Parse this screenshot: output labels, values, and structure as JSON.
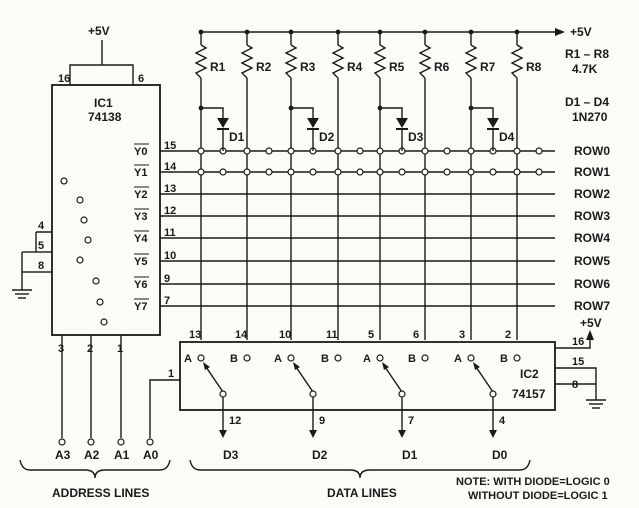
{
  "power": {
    "vcc_top": "+5V",
    "vcc_right": "+5V",
    "vcc_ic2": "+5V"
  },
  "ic1": {
    "name": "IC1",
    "part": "74138",
    "pin_top_left": "16",
    "pin_top_right": "6",
    "pin_4": "4",
    "pin_5": "5",
    "pin_8": "8",
    "addr_pins": [
      "3",
      "2",
      "1"
    ],
    "outputs": [
      {
        "label": "Y0",
        "pin": "15"
      },
      {
        "label": "Y1",
        "pin": "14"
      },
      {
        "label": "Y2",
        "pin": "13"
      },
      {
        "label": "Y3",
        "pin": "12"
      },
      {
        "label": "Y4",
        "pin": "11"
      },
      {
        "label": "Y5",
        "pin": "10"
      },
      {
        "label": "Y6",
        "pin": "9"
      },
      {
        "label": "Y7",
        "pin": "7"
      }
    ]
  },
  "rows": [
    "ROW0",
    "ROW1",
    "ROW2",
    "ROW3",
    "ROW4",
    "ROW5",
    "ROW6",
    "ROW7"
  ],
  "resistors": {
    "labels": [
      "R1",
      "R2",
      "R3",
      "R4",
      "R5",
      "R6",
      "R7",
      "R8"
    ],
    "range": "R1 – R8",
    "value": "4.7K"
  },
  "diodes": {
    "labels": [
      "D1",
      "D2",
      "D3",
      "D4"
    ],
    "range": "D1 – D4",
    "part": "1N270"
  },
  "ic2": {
    "name": "IC2",
    "part": "74157",
    "top_pins": [
      "13",
      "14",
      "10",
      "11",
      "5",
      "6",
      "3",
      "2"
    ],
    "ab_labels": [
      "A",
      "B",
      "A",
      "B",
      "A",
      "B",
      "A",
      "B"
    ],
    "bottom_pins": [
      "12",
      "9",
      "7",
      "4"
    ],
    "pin_select": "1",
    "pin_16": "16",
    "pin_15": "15",
    "pin_8": "8"
  },
  "address_lines": [
    "A3",
    "A2",
    "A1",
    "A0"
  ],
  "data_lines": [
    "D3",
    "D2",
    "D1",
    "D0"
  ],
  "captions": {
    "address": "ADDRESS LINES",
    "data": "DATA LINES",
    "note1": "NOTE: WITH DIODE=LOGIC 0",
    "note2": "WITHOUT DIODE=LOGIC 1"
  }
}
